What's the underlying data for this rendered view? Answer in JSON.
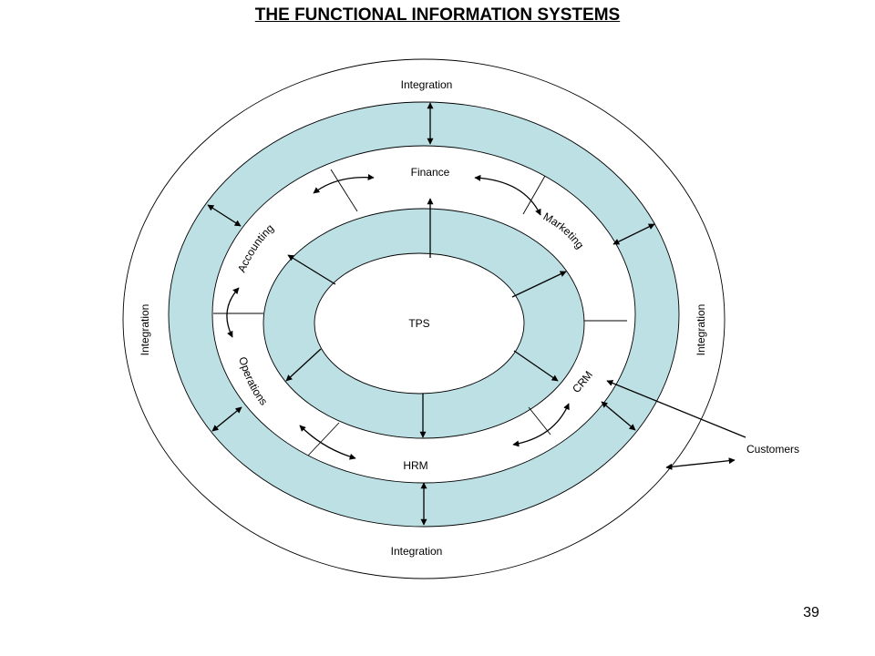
{
  "title": "THE FUNCTIONAL INFORMATION SYSTEMS",
  "page_number": "39",
  "colors": {
    "ring_fill": "#bde0e4",
    "line": "#000000",
    "background": "#ffffff"
  },
  "center": {
    "label": "TPS"
  },
  "functions": {
    "finance": "Finance",
    "marketing": "Marketing",
    "crm": "CRM",
    "hrm": "HRM",
    "operations": "Operations",
    "accounting": "Accounting"
  },
  "integration": {
    "top": "Integration",
    "bottom": "Integration",
    "left": "Integration",
    "right": "Integration"
  },
  "external": {
    "customers": "Customers"
  }
}
